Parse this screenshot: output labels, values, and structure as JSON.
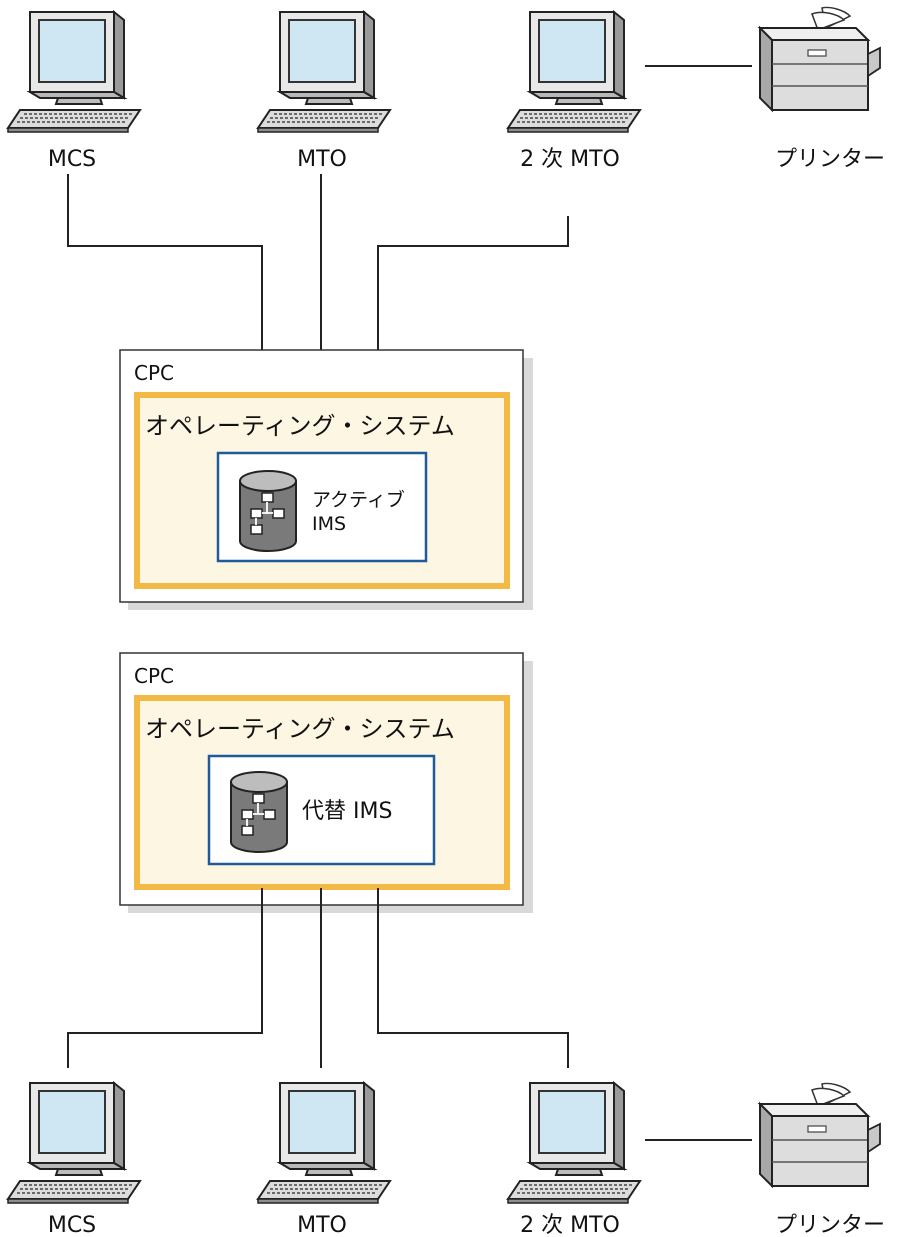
{
  "top_devices": [
    {
      "id": "mcs",
      "label": "MCS",
      "kind": "terminal"
    },
    {
      "id": "mto",
      "label": "MTO",
      "kind": "terminal"
    },
    {
      "id": "mto2",
      "label": "2 次 MTO",
      "kind": "terminal"
    },
    {
      "id": "printer",
      "label": "プリンター",
      "kind": "printer"
    }
  ],
  "bottom_devices": [
    {
      "id": "mcs",
      "label": "MCS",
      "kind": "terminal"
    },
    {
      "id": "mto",
      "label": "MTO",
      "kind": "terminal"
    },
    {
      "id": "mto2",
      "label": "2 次 MTO",
      "kind": "terminal"
    },
    {
      "id": "printer",
      "label": "プリンター",
      "kind": "printer"
    }
  ],
  "cpc_active": {
    "cpc_label": "CPC",
    "os_label": "オペレーティング・システム",
    "ims_line1": "アクティブ",
    "ims_line2": "IMS",
    "icon": "database-icon"
  },
  "cpc_alternate": {
    "cpc_label": "CPC",
    "os_label": "オペレーティング・システム",
    "ims_label": "代替 IMS",
    "icon": "database-icon"
  },
  "colors": {
    "os_fill": "#fdf6e3",
    "os_border": "#f2b945",
    "ims_border": "#1f5a99",
    "shadow": "#d9d9d9",
    "screen": "#cfe6f3"
  }
}
